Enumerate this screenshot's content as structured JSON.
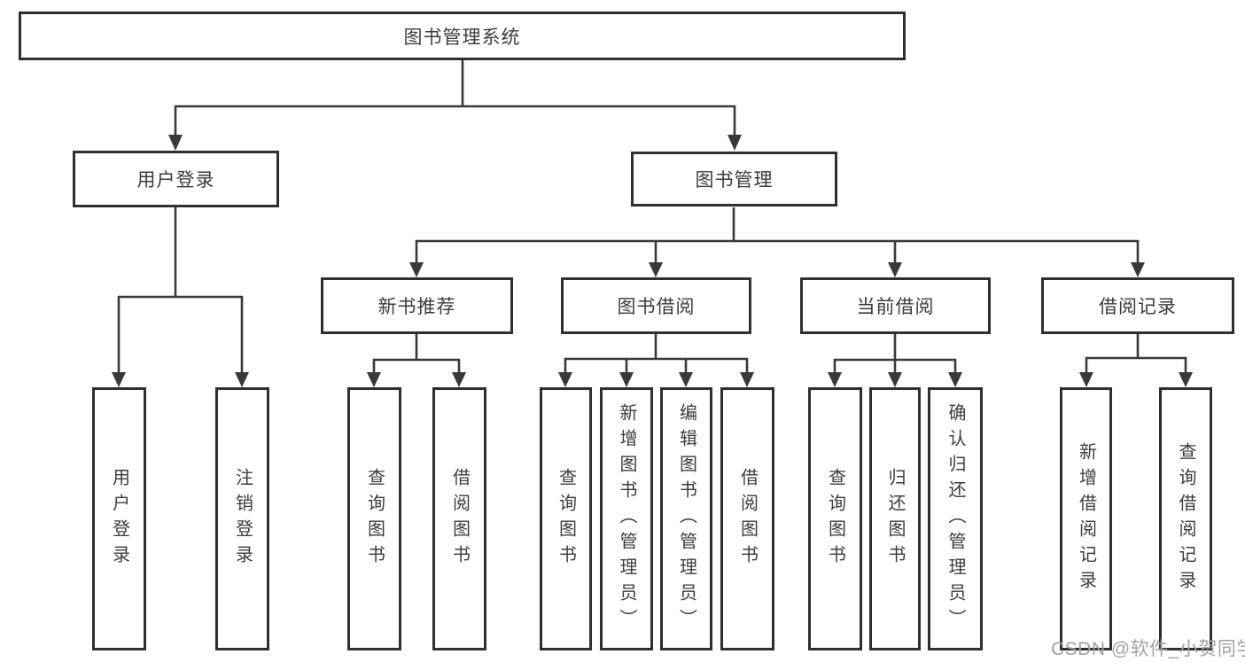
{
  "diagram_type": "hierarchy-tree",
  "watermark": "CSDN @软件_小贺同学",
  "colors": {
    "background": "#ffffff",
    "box_border": "#2f2f2f",
    "line": "#393939",
    "text": "#3c3c3c",
    "watermark": "#a2a2a2"
  },
  "tree": {
    "label": "图书管理系统",
    "children": [
      {
        "label": "用户登录",
        "children": [
          {
            "label": "用户登录"
          },
          {
            "label": "注销登录"
          }
        ]
      },
      {
        "label": "图书管理",
        "children": [
          {
            "label": "新书推荐",
            "children": [
              {
                "label": "查询图书"
              },
              {
                "label": "借阅图书"
              }
            ]
          },
          {
            "label": "图书借阅",
            "children": [
              {
                "label": "查询图书"
              },
              {
                "label": "新增图书（管理员）"
              },
              {
                "label": "编辑图书（管理员）"
              },
              {
                "label": "借阅图书"
              }
            ]
          },
          {
            "label": "当前借阅",
            "children": [
              {
                "label": "查询图书"
              },
              {
                "label": "归还图书"
              },
              {
                "label": "确认归还（管理员）"
              }
            ]
          },
          {
            "label": "借阅记录",
            "children": [
              {
                "label": "新增借阅记录"
              },
              {
                "label": "查询借阅记录"
              }
            ]
          }
        ]
      }
    ]
  }
}
